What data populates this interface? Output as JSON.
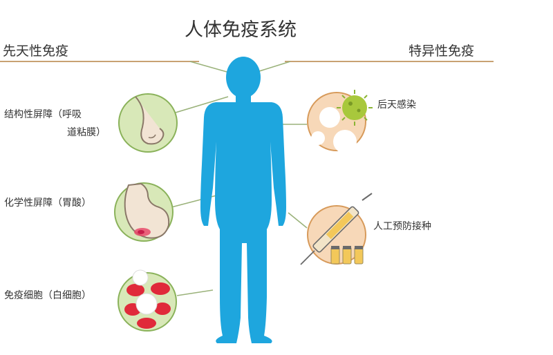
{
  "title": "人体免疫系统",
  "innate": {
    "heading": "先天性免疫",
    "items": [
      {
        "line1": "结构性屏障（呼吸",
        "line2": "道粘膜）",
        "icon": "nose-icon"
      },
      {
        "line1": "化学性屏障（胃酸）",
        "icon": "stomach-icon"
      },
      {
        "line1": "免疫细胞（白细胞）",
        "icon": "blood-cells-icon"
      }
    ]
  },
  "adaptive": {
    "heading": "特异性免疫",
    "items": [
      {
        "line1": "后天感染",
        "icon": "virus-icon"
      },
      {
        "line1": "人工预防接种",
        "icon": "syringe-icon"
      }
    ]
  },
  "colors": {
    "body": "#1ea6de",
    "circle_fill": "#d8e8b8",
    "circle_ring": "#8ab25a",
    "rule": "#c8a272",
    "connector": "#9ab27a"
  }
}
